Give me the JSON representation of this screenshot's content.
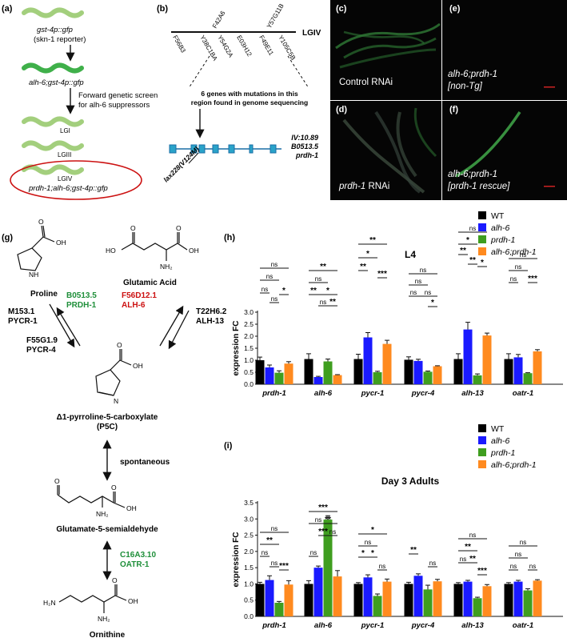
{
  "panel_a": {
    "label": "(a)",
    "line1": "gst-4p::gfp",
    "line2": "(skn-1 reporter)",
    "mutant": "alh-6;gst-4p::gfp",
    "screen_line1": "Forward genetic screen",
    "screen_line2": "for alh-6 suppressors",
    "lg1": "LGI",
    "lg3": "LGIII",
    "lg4": "LGIV",
    "final": "prdh-1;alh-6;gst-4p::gfp"
  },
  "panel_b": {
    "label": "(b)",
    "chromosome": "LGIV",
    "genes_top": [
      "F42A6",
      "Y57G11B"
    ],
    "genes_bottom": [
      "F56B3",
      "Y38C1BA",
      "Y54G2A",
      "E03H12",
      "F49E11",
      "Y105C5B"
    ],
    "note1": "6 genes with mutations in this",
    "note2": "region found in genome sequencing",
    "locus1": "IV:10.89",
    "locus2": "B0513.5",
    "locus3": "prdh-1",
    "allele": "lax228(V124M)"
  },
  "micro": {
    "c_label": "(c)",
    "c_text": "Control RNAi",
    "d_label": "(d)",
    "d_text_gene": "prdh-1",
    "d_text_rest": " RNAi",
    "e_label": "(e)",
    "e_text1": "alh-6;prdh-1",
    "e_text2": "[non-Tg]",
    "f_label": "(f)",
    "f_text1": "alh-6;prdh-1",
    "f_text2": "[prdh-1 rescue]"
  },
  "panel_g": {
    "label": "(g)",
    "proline": "Proline",
    "glutamic": "Glutamic Acid",
    "b0513": "B0513.5",
    "prdh": "PRDH-1",
    "f56d12": "F56D12.1",
    "alh6": "ALH-6",
    "m153": "M153.1",
    "pycr1": "PYCR-1",
    "f55g1": "F55G1.9",
    "pycr4": "PYCR-4",
    "t22h6": "T22H6.2",
    "alh13": "ALH-13",
    "p5c1": "Δ1-pyrroline-5-carboxylate",
    "p5c2": "(P5C)",
    "spontaneous": "spontaneous",
    "g5s": "Glutamate-5-semialdehyde",
    "c16a3": "C16A3.10",
    "oatr": "OATR-1",
    "ornithine": "Ornithine",
    "oh": "OH",
    "o": "O",
    "nh": "NH",
    "nh2": "NH₂",
    "n": "N",
    "h2n": "H₂N",
    "ho": "HO"
  },
  "legend": {
    "items": [
      {
        "name": "WT",
        "color": "#000000"
      },
      {
        "name": "alh-6",
        "color": "#1a1aff"
      },
      {
        "name": "prdh-1",
        "color": "#3f9e1f"
      },
      {
        "name": "alh-6;prdh-1",
        "color": "#ff8a1f"
      }
    ]
  },
  "chart_data": [
    {
      "panel": "(h)",
      "type": "bar",
      "title": "L4",
      "ylabel": "expression FC",
      "ylim": [
        0,
        3.0
      ],
      "yticks": [
        "0.0",
        "0.5",
        "1.0",
        "1.5",
        "2.0",
        "2.5",
        "3.0"
      ],
      "categories": [
        "prdh-1",
        "alh-6",
        "pycr-1",
        "pycr-4",
        "alh-13",
        "oatr-1"
      ],
      "series": [
        {
          "name": "WT",
          "values": [
            1.0,
            1.05,
            1.05,
            1.02,
            1.05,
            1.05
          ],
          "errors": [
            0.13,
            0.22,
            0.2,
            0.12,
            0.22,
            0.22
          ]
        },
        {
          "name": "alh-6",
          "values": [
            0.7,
            0.3,
            1.95,
            0.97,
            2.28,
            1.12
          ],
          "errors": [
            0.1,
            0.03,
            0.2,
            0.07,
            0.3,
            0.12
          ]
        },
        {
          "name": "prdh-1",
          "values": [
            0.48,
            0.95,
            0.5,
            0.52,
            0.37,
            0.46
          ],
          "errors": [
            0.08,
            0.1,
            0.04,
            0.03,
            0.06,
            0.02
          ]
        },
        {
          "name": "alh-6;prdh-1",
          "values": [
            0.86,
            0.38,
            1.68,
            0.75,
            2.03,
            1.37
          ],
          "errors": [
            0.08,
            0.02,
            0.15,
            0.02,
            0.1,
            0.07
          ]
        }
      ],
      "annotations": [
        {
          "text": "ns"
        },
        {
          "text": "ns"
        },
        {
          "text": "ns"
        },
        {
          "text": "ns"
        },
        {
          "text": "*"
        },
        {
          "text": "**"
        },
        {
          "text": "ns"
        },
        {
          "text": "**"
        },
        {
          "text": "ns"
        },
        {
          "text": "*"
        },
        {
          "text": "**"
        },
        {
          "text": "**"
        },
        {
          "text": "*"
        },
        {
          "text": "**"
        },
        {
          "text": "***"
        },
        {
          "text": "ns"
        },
        {
          "text": "ns"
        },
        {
          "text": "ns"
        },
        {
          "text": "ns"
        },
        {
          "text": "*"
        },
        {
          "text": "**"
        },
        {
          "text": "*"
        },
        {
          "text": "ns"
        },
        {
          "text": "**"
        },
        {
          "text": "*"
        },
        {
          "text": "ns"
        },
        {
          "text": "ns"
        },
        {
          "text": "ns"
        },
        {
          "text": "***"
        }
      ]
    },
    {
      "panel": "(i)",
      "type": "bar",
      "title": "Day 3 Adults",
      "ylabel": "expression FC",
      "ylim": [
        0,
        3.5
      ],
      "yticks": [
        "0.0",
        "0.5",
        "1.0",
        "1.5",
        "2.0",
        "2.5",
        "3.0",
        "3.5"
      ],
      "categories": [
        "prdh-1",
        "alh-6",
        "pycr-1",
        "pycr-4",
        "alh-13",
        "oatr-1"
      ],
      "series": [
        {
          "name": "WT",
          "values": [
            1.0,
            1.0,
            1.0,
            1.0,
            1.0,
            1.0
          ],
          "errors": [
            0.05,
            0.1,
            0.04,
            0.05,
            0.04,
            0.04
          ]
        },
        {
          "name": "alh-6",
          "values": [
            1.12,
            1.5,
            1.2,
            1.25,
            1.07,
            1.07
          ],
          "errors": [
            0.13,
            0.05,
            0.08,
            0.06,
            0.04,
            0.04
          ]
        },
        {
          "name": "prdh-1",
          "values": [
            0.42,
            2.98,
            0.63,
            0.83,
            0.56,
            0.8
          ],
          "errors": [
            0.04,
            0.12,
            0.06,
            0.13,
            0.03,
            0.05
          ]
        },
        {
          "name": "alh-6;prdh-1",
          "values": [
            0.98,
            1.23,
            1.07,
            1.08,
            0.93,
            1.1
          ],
          "errors": [
            0.12,
            0.18,
            0.08,
            0.06,
            0.05,
            0.03
          ]
        }
      ],
      "annotations": [
        {
          "text": "ns"
        },
        {
          "text": "**"
        },
        {
          "text": "ns"
        },
        {
          "text": "ns"
        },
        {
          "text": "***"
        },
        {
          "text": "ns"
        },
        {
          "text": "ns"
        },
        {
          "text": "***"
        },
        {
          "text": "***"
        },
        {
          "text": "**"
        },
        {
          "text": "ns"
        },
        {
          "text": "*"
        },
        {
          "text": "ns"
        },
        {
          "text": "*"
        },
        {
          "text": "*"
        },
        {
          "text": "ns"
        },
        {
          "text": "**"
        },
        {
          "text": "ns"
        },
        {
          "text": "ns"
        },
        {
          "text": "**"
        },
        {
          "text": "ns"
        },
        {
          "text": "**"
        },
        {
          "text": "***"
        },
        {
          "text": "ns"
        },
        {
          "text": "ns"
        },
        {
          "text": "ns"
        },
        {
          "text": "ns"
        }
      ]
    }
  ]
}
